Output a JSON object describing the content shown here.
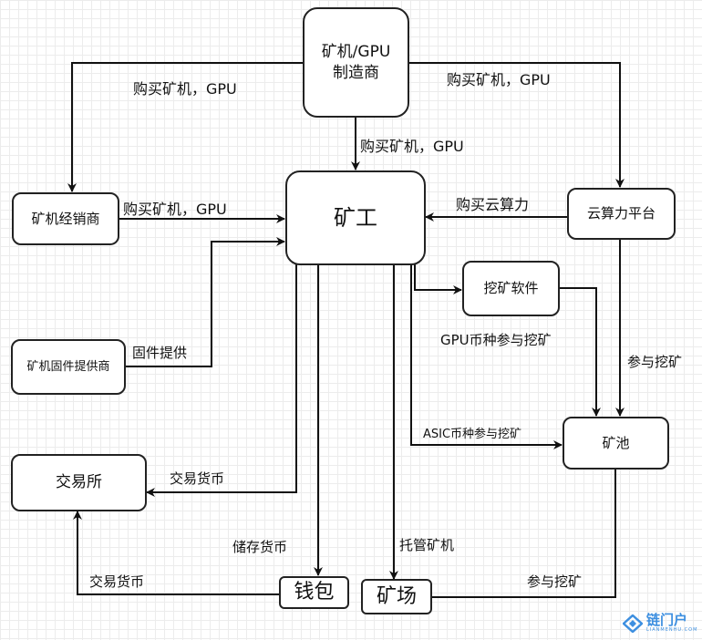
{
  "nodes": {
    "manufacturer": "矿机/GPU\n制造商",
    "miner": "矿工",
    "dealer": "矿机经销商",
    "cloud": "云算力平台",
    "software": "挖矿软件",
    "firmware": "矿机固件提供商",
    "pool": "矿池",
    "exchange": "交易所",
    "wallet": "钱包",
    "farm": "矿场"
  },
  "edges": {
    "buy_left": "购买矿机，GPU",
    "buy_right": "购买矿机，GPU",
    "buy_down": "购买矿机，GPU",
    "dealer_to_miner": "购买矿机，GPU",
    "cloud_to_miner": "购买云算力",
    "firmware": "固件提供",
    "gpu_mining": "GPU币种参与挖矿",
    "asic_mining": "ASIC币种参与挖矿",
    "cloud_pool": "参与挖矿",
    "trade_coin": "交易货币",
    "store_coin": "储存货币",
    "host_miner": "托管矿机",
    "farm_pool": "参与挖矿",
    "wallet_exchange": "交易货币"
  },
  "watermark": {
    "name": "链门户",
    "domain": "LIANMENHU.COM",
    "color": "#3d8fe0"
  }
}
